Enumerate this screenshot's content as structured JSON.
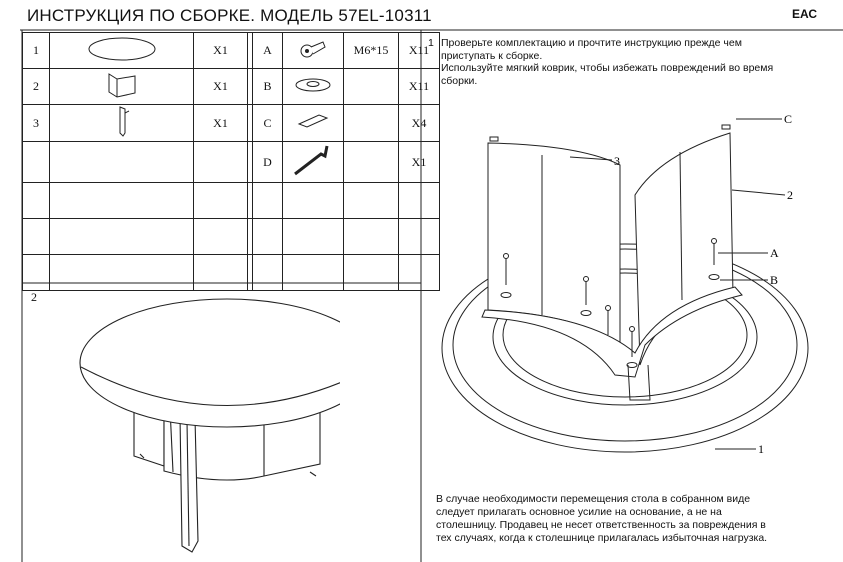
{
  "header": {
    "title": "ИНСТРУКЦИЯ ПО СБОРКЕ. МОДЕЛЬ 57EL-10311",
    "certification_mark": "ЕАС"
  },
  "parts_table": {
    "rows": [
      {
        "num": "1",
        "icon": "round-tabletop",
        "qty": "X1",
        "letter": "A",
        "fitting_icon": "bolt-icon",
        "size": "M6*15",
        "fitting_qty": "X11"
      },
      {
        "num": "2",
        "icon": "curved-panel",
        "qty": "X1",
        "letter": "B",
        "fitting_icon": "washer-icon",
        "size": "",
        "fitting_qty": "X11"
      },
      {
        "num": "3",
        "icon": "thin-curved-panel",
        "qty": "X1",
        "letter": "C",
        "fitting_icon": "pad-icon",
        "size": "",
        "fitting_qty": "X4"
      },
      {
        "num": "",
        "icon": "",
        "qty": "",
        "letter": "D",
        "fitting_icon": "hex-key-icon",
        "size": "",
        "fitting_qty": "X1"
      },
      {
        "num": "",
        "icon": "",
        "qty": "",
        "letter": "",
        "fitting_icon": "",
        "size": "",
        "fitting_qty": ""
      },
      {
        "num": "",
        "icon": "",
        "qty": "",
        "letter": "",
        "fitting_icon": "",
        "size": "",
        "fitting_qty": ""
      },
      {
        "num": "",
        "icon": "",
        "qty": "",
        "letter": "",
        "fitting_icon": "",
        "size": "",
        "fitting_qty": ""
      }
    ]
  },
  "section2": {
    "label": "2"
  },
  "instructions": {
    "step_number": "1",
    "line1": "Проверьте комплектацию и прочтите инструкцию прежде чем",
    "line2": "приступать к сборке.",
    "line3": "Используйте мягкий коврик, чтобы избежать повреждений во время",
    "line4": "сборки."
  },
  "diagram_labels": {
    "tabletop": "1",
    "panel_long": "2",
    "panel_thin": "3",
    "bolt": "A",
    "washer": "B",
    "pad": "C"
  },
  "note": {
    "line1": "В случае необходимости перемещения стола в собранном виде",
    "line2": "следует прилагать основное усилие на основание, а не на",
    "line3": "столешницу. Продавец не несет ответственность за повреждения в",
    "line4": "тех случаях, когда к столешнице прилагалась избыточная нагрузка."
  }
}
